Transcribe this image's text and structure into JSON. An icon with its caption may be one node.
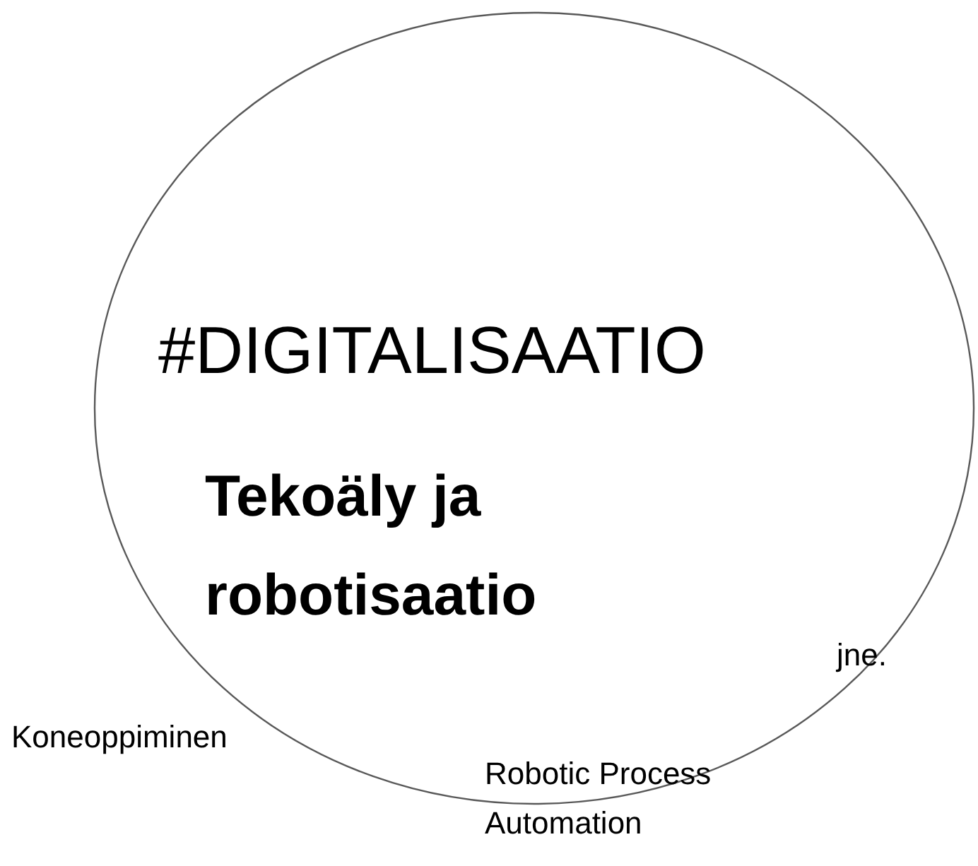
{
  "diagram": {
    "nodes": [
      {
        "text": [
          "#DIGITALISAATIO",
          "Tekoäly ja robotisaatio"
        ]
      }
    ],
    "labels": [
      "jne.",
      "Koneoppiminen",
      "Robotic Process Automation"
    ]
  }
}
